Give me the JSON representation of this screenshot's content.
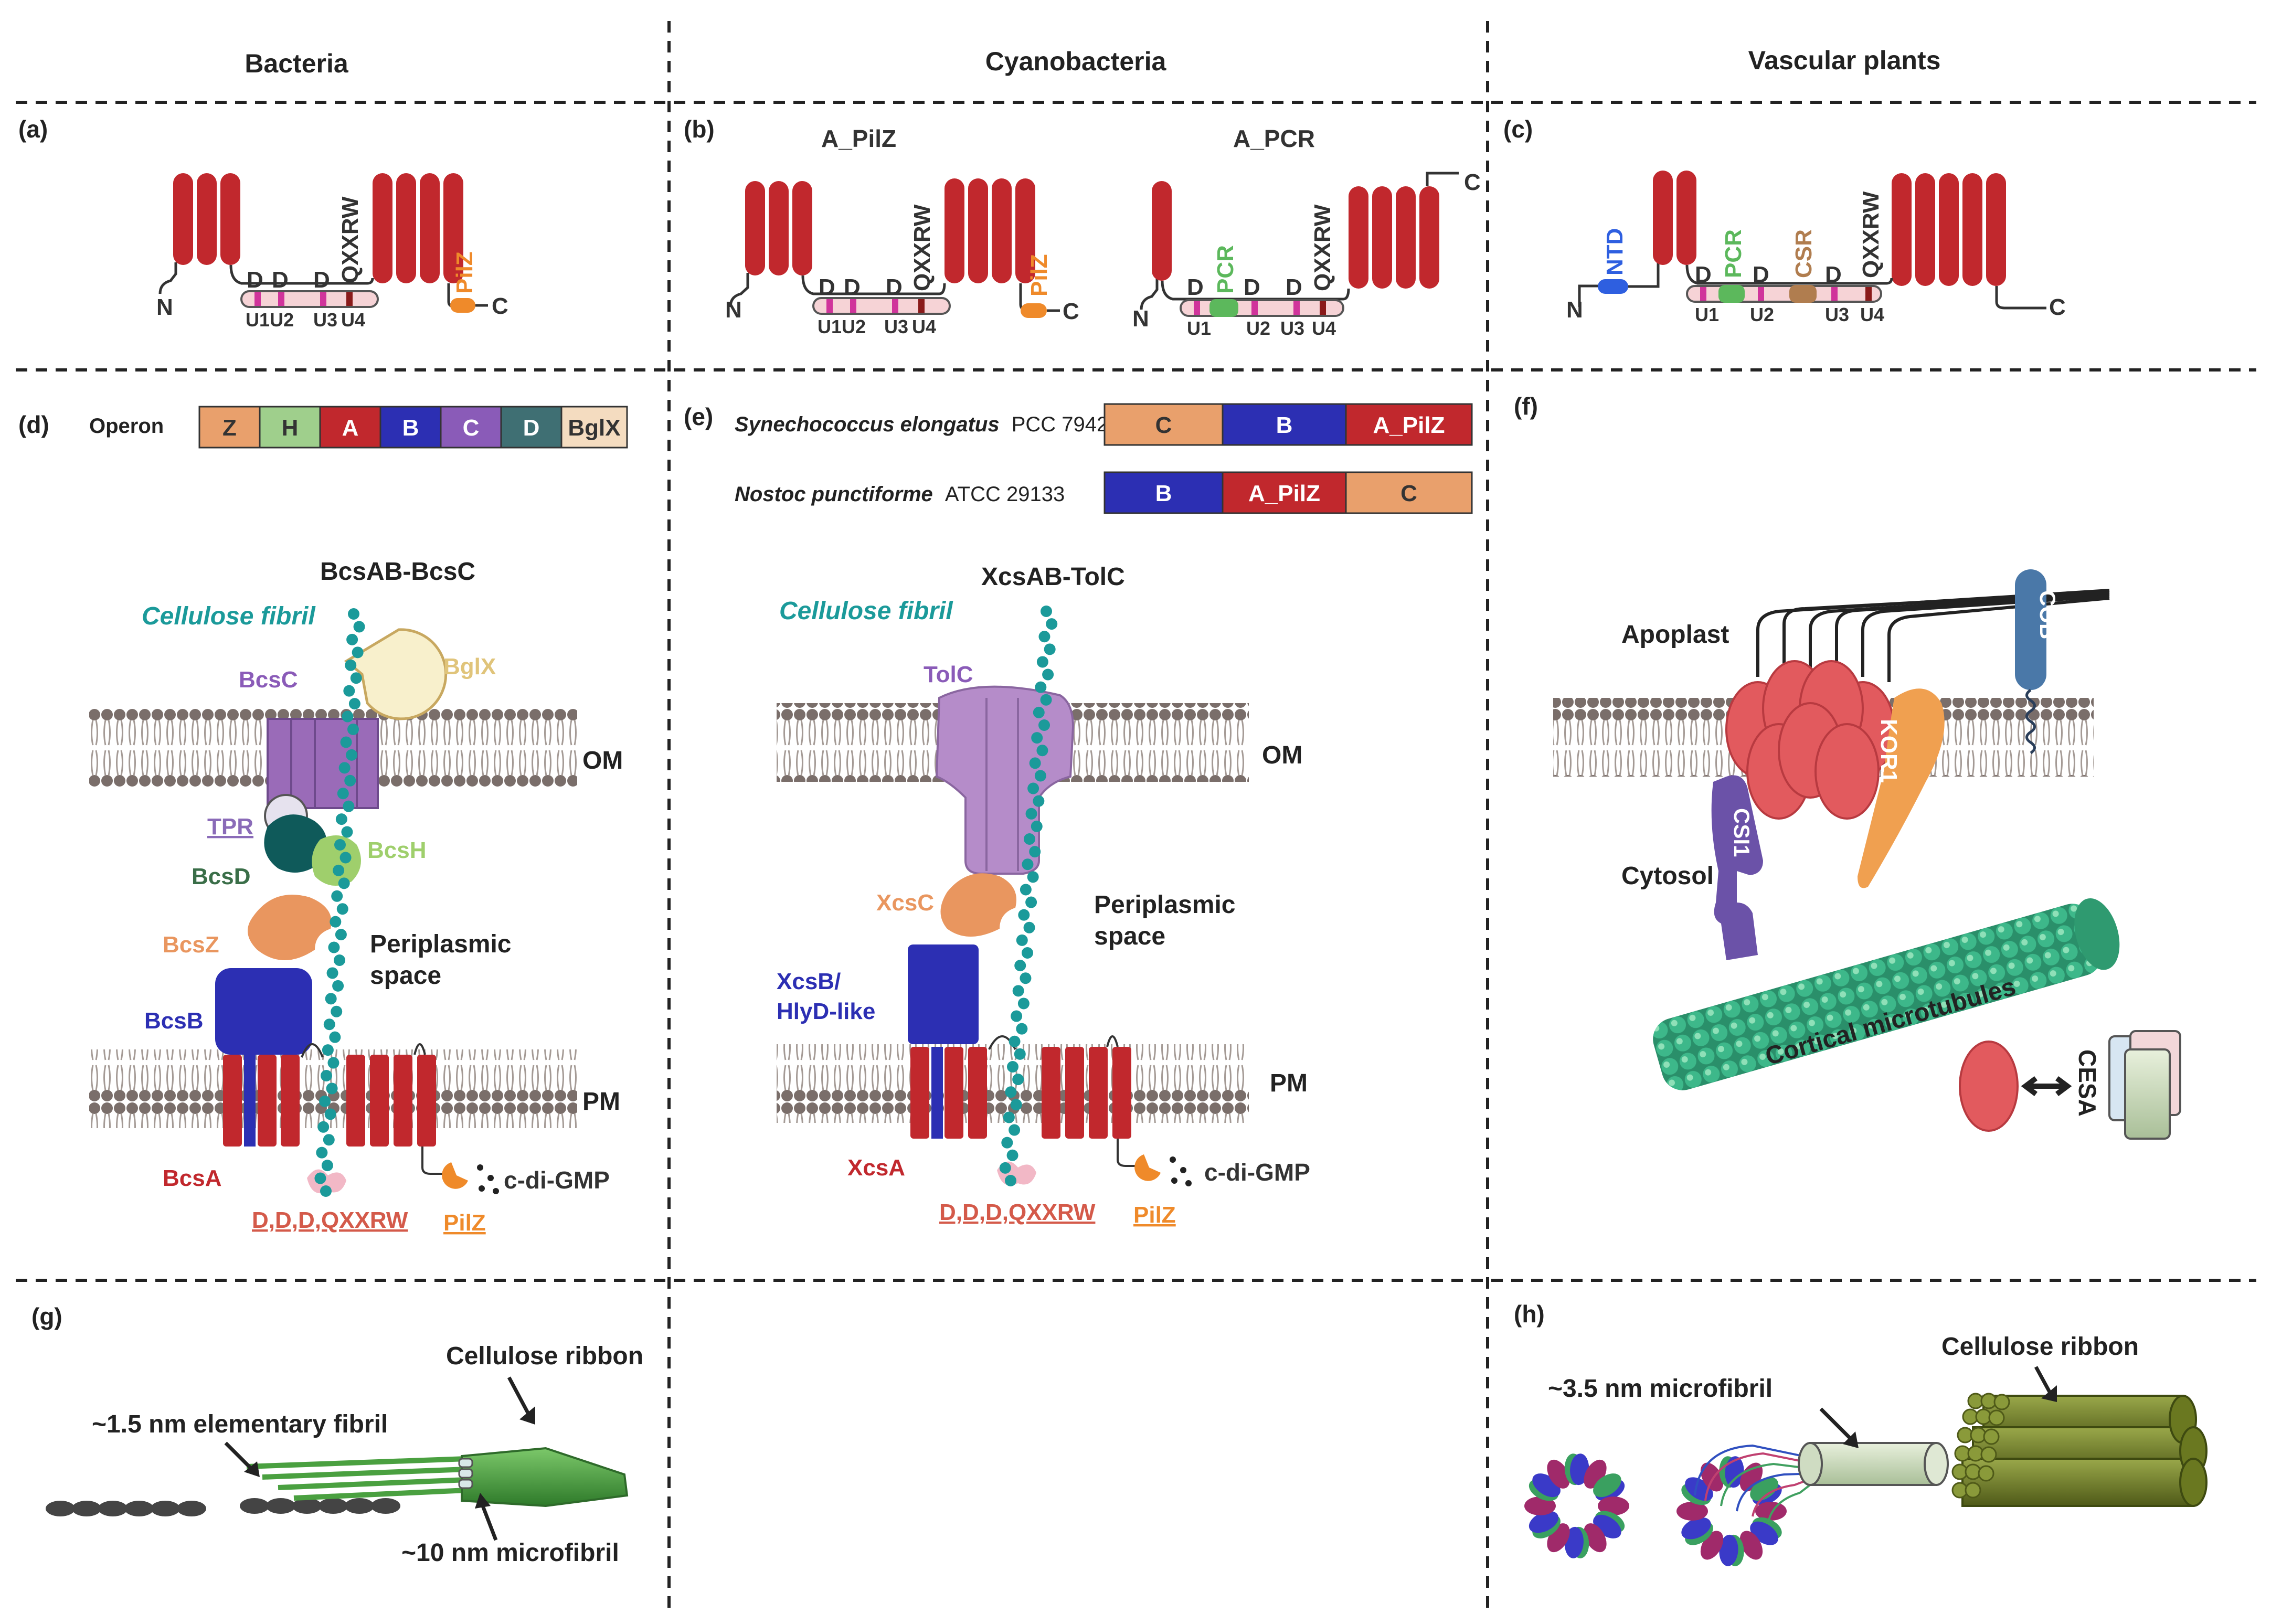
{
  "columns": {
    "bacteria": "Bacteria",
    "cyanobacteria": "Cyanobacteria",
    "plants": "Vascular plants"
  },
  "panels": {
    "a": "(a)",
    "b": "(b)",
    "c": "(c)",
    "d": "(d)",
    "e": "(e)",
    "f": "(f)",
    "g": "(g)",
    "h": "(h)"
  },
  "topology": {
    "n": "N",
    "c": "C",
    "d": "D",
    "motif": "QXXRW",
    "pilz": "PilZ",
    "pcr": "PCR",
    "csr": "CSR",
    "ntd": "NTD",
    "u1": "U1",
    "u2": "U2",
    "u3": "U3",
    "u4": "U4",
    "u1u2": "U1U2",
    "b_left_title": "A_PilZ",
    "b_right_title": "A_PCR"
  },
  "operons": {
    "d_label": "Operon",
    "d_genes": [
      {
        "label": "Z",
        "color": "#e9a06c"
      },
      {
        "label": "H",
        "color": "#9fcf8c"
      },
      {
        "label": "A",
        "color": "#c1282d"
      },
      {
        "label": "B",
        "color": "#2c2fb3"
      },
      {
        "label": "C",
        "color": "#8a5bb8"
      },
      {
        "label": "D",
        "color": "#3f6f73"
      },
      {
        "label": "BglX",
        "color": "#f4dcc0"
      }
    ],
    "e_rows": [
      {
        "species": "Synechococcus elongatus",
        "strain": "PCC 7942",
        "genes": [
          {
            "label": "C",
            "color": "#e9a06c"
          },
          {
            "label": "B",
            "color": "#2c2fb3"
          },
          {
            "label": "A_PilZ",
            "color": "#c1282d"
          }
        ]
      },
      {
        "species": "Nostoc punctiforme",
        "strain": "ATCC 29133",
        "genes": [
          {
            "label": "B",
            "color": "#2c2fb3"
          },
          {
            "label": "A_PilZ",
            "color": "#c1282d"
          },
          {
            "label": "C",
            "color": "#e9a06c"
          }
        ]
      }
    ]
  },
  "panel_d": {
    "title": "BcsAB-BcsC",
    "fibril": "Cellulose fibril",
    "bglx": "BglX",
    "bcsc": "BcsC",
    "om": "OM",
    "tpr": "TPR",
    "bcsh": "BcsH",
    "bcsd": "BcsD",
    "bcsz": "BcsZ",
    "periplasm_1": "Periplasmic",
    "periplasm_2": "space",
    "bcsb": "BcsB",
    "pm": "PM",
    "bcsa": "BcsA",
    "cdg": "c-di-GMP",
    "ddd": "D,D,D,QXXRW",
    "pilz": "PilZ"
  },
  "panel_e": {
    "title": "XcsAB-TolC",
    "fibril": "Cellulose fibril",
    "tolc": "TolC",
    "om": "OM",
    "xcsc": "XcsC",
    "periplasm_1": "Periplasmic",
    "periplasm_2": "space",
    "xcsb_1": "XcsB/",
    "xcsb_2": "HlyD-like",
    "pm": "PM",
    "xcsa": "XcsA",
    "cdg": "c-di-GMP",
    "ddd": "D,D,D,QXXRW",
    "pilz": "PilZ"
  },
  "panel_f": {
    "apoplast": "Apoplast",
    "cob": "COB",
    "kor1": "KOR1",
    "csi1": "CSI1",
    "cytosol": "Cytosol",
    "microtubules": "Cortical microtubules",
    "cesa": "CESA"
  },
  "panel_g": {
    "ribbon": "Cellulose ribbon",
    "elementary": "~1.5 nm elementary fibril",
    "microfibril": "~10 nm microfibril"
  },
  "panel_h": {
    "ribbon": "Cellulose ribbon",
    "microfibril": "~3.5 nm microfibril"
  },
  "colors": {
    "tm_helix": "#c1282d",
    "loop": "#f6d3d6",
    "motif_u": "#d0349b",
    "pilz": "#ef8a2a",
    "pcr": "#5cb85c",
    "csr": "#b07d4f",
    "ntd": "#2e5fe0",
    "fibril": "#1b9a9a",
    "lipid": "#7a6e6a",
    "bcsc": "#9a6bb8",
    "tolc": "#b58cc9",
    "bcsb": "#2c2fb3",
    "bcsz": "#e9965f",
    "bcsd": "#0f5a5a",
    "bcsh": "#9fcf6c",
    "cesa": "#e25a5e",
    "kor1": "#f0a050",
    "cob": "#4a78a8",
    "csi1": "#6b52a8",
    "microtubule": "#3db88a",
    "ribbon_g": "#4aa040",
    "ribbon_h": "#7a8a2a"
  }
}
